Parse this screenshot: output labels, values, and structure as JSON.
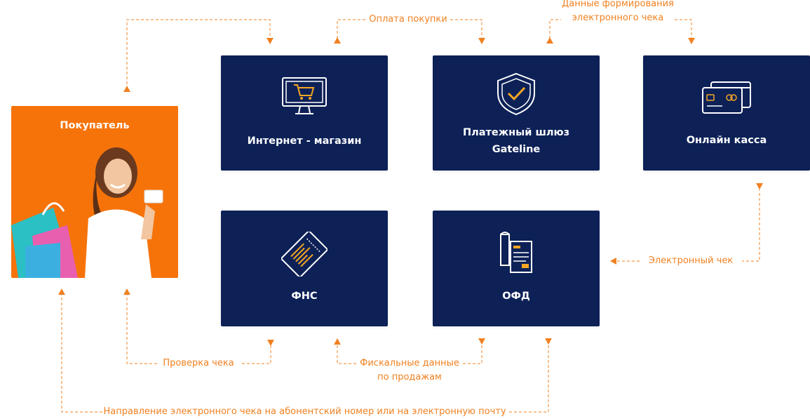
{
  "colors": {
    "node_bg": "#0d2157",
    "accent": "#f08121",
    "buyer_bg": "#f6730a",
    "icon_accent": "#f5a623"
  },
  "buyer": {
    "label": "Покупатель"
  },
  "nodes": {
    "shop": {
      "label": "Интернет - магазин",
      "icon": "monitor-cart-icon"
    },
    "gateway": {
      "label_line1": "Платежный шлюз",
      "label_line2": "Gateline",
      "icon": "shield-check-icon"
    },
    "kassa": {
      "label": "Онлайн касса",
      "icon": "credit-cards-icon"
    },
    "fns": {
      "label": "ФНС",
      "icon": "receipt-ticket-icon"
    },
    "ofd": {
      "label": "ОФД",
      "icon": "documents-icon"
    }
  },
  "flows": {
    "payment": "Оплата покупки",
    "receipt_data_line1": "Данные формирования",
    "receipt_data_line2": "электронного чека",
    "e_receipt": "Электронный чек",
    "check_verify": "Проверка чека",
    "fiscal_line1": "Фискальные данные",
    "fiscal_line2": "по продажам",
    "delivery": "Направление электронного чека на абонентский номер или на электронную почту"
  }
}
